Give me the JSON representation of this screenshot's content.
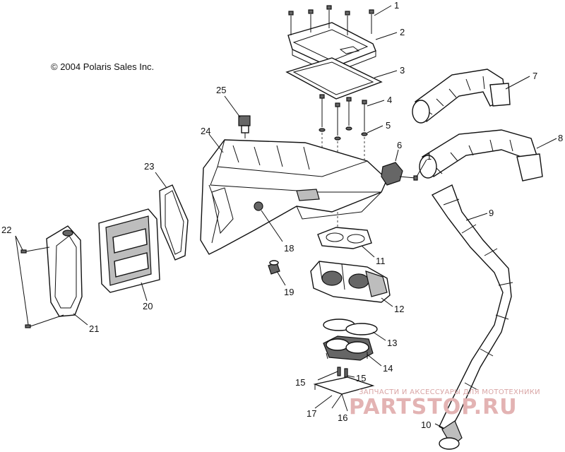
{
  "copyright": "© 2004 Polaris Sales Inc.",
  "watermark": {
    "tagline": "ЗАПЧАСТИ И АКСЕССУАРЫ ДЛЯ МОТОТЕХНИКИ",
    "brand": "PARTSTOP.RU"
  },
  "callouts": [
    "1",
    "2",
    "3",
    "4",
    "5",
    "6",
    "1",
    "7",
    "8",
    "9",
    "10",
    "11",
    "12",
    "13",
    "14",
    "15",
    "15",
    "16",
    "17",
    "18",
    "19",
    "20",
    "21",
    "22",
    "23",
    "24",
    "25"
  ]
}
